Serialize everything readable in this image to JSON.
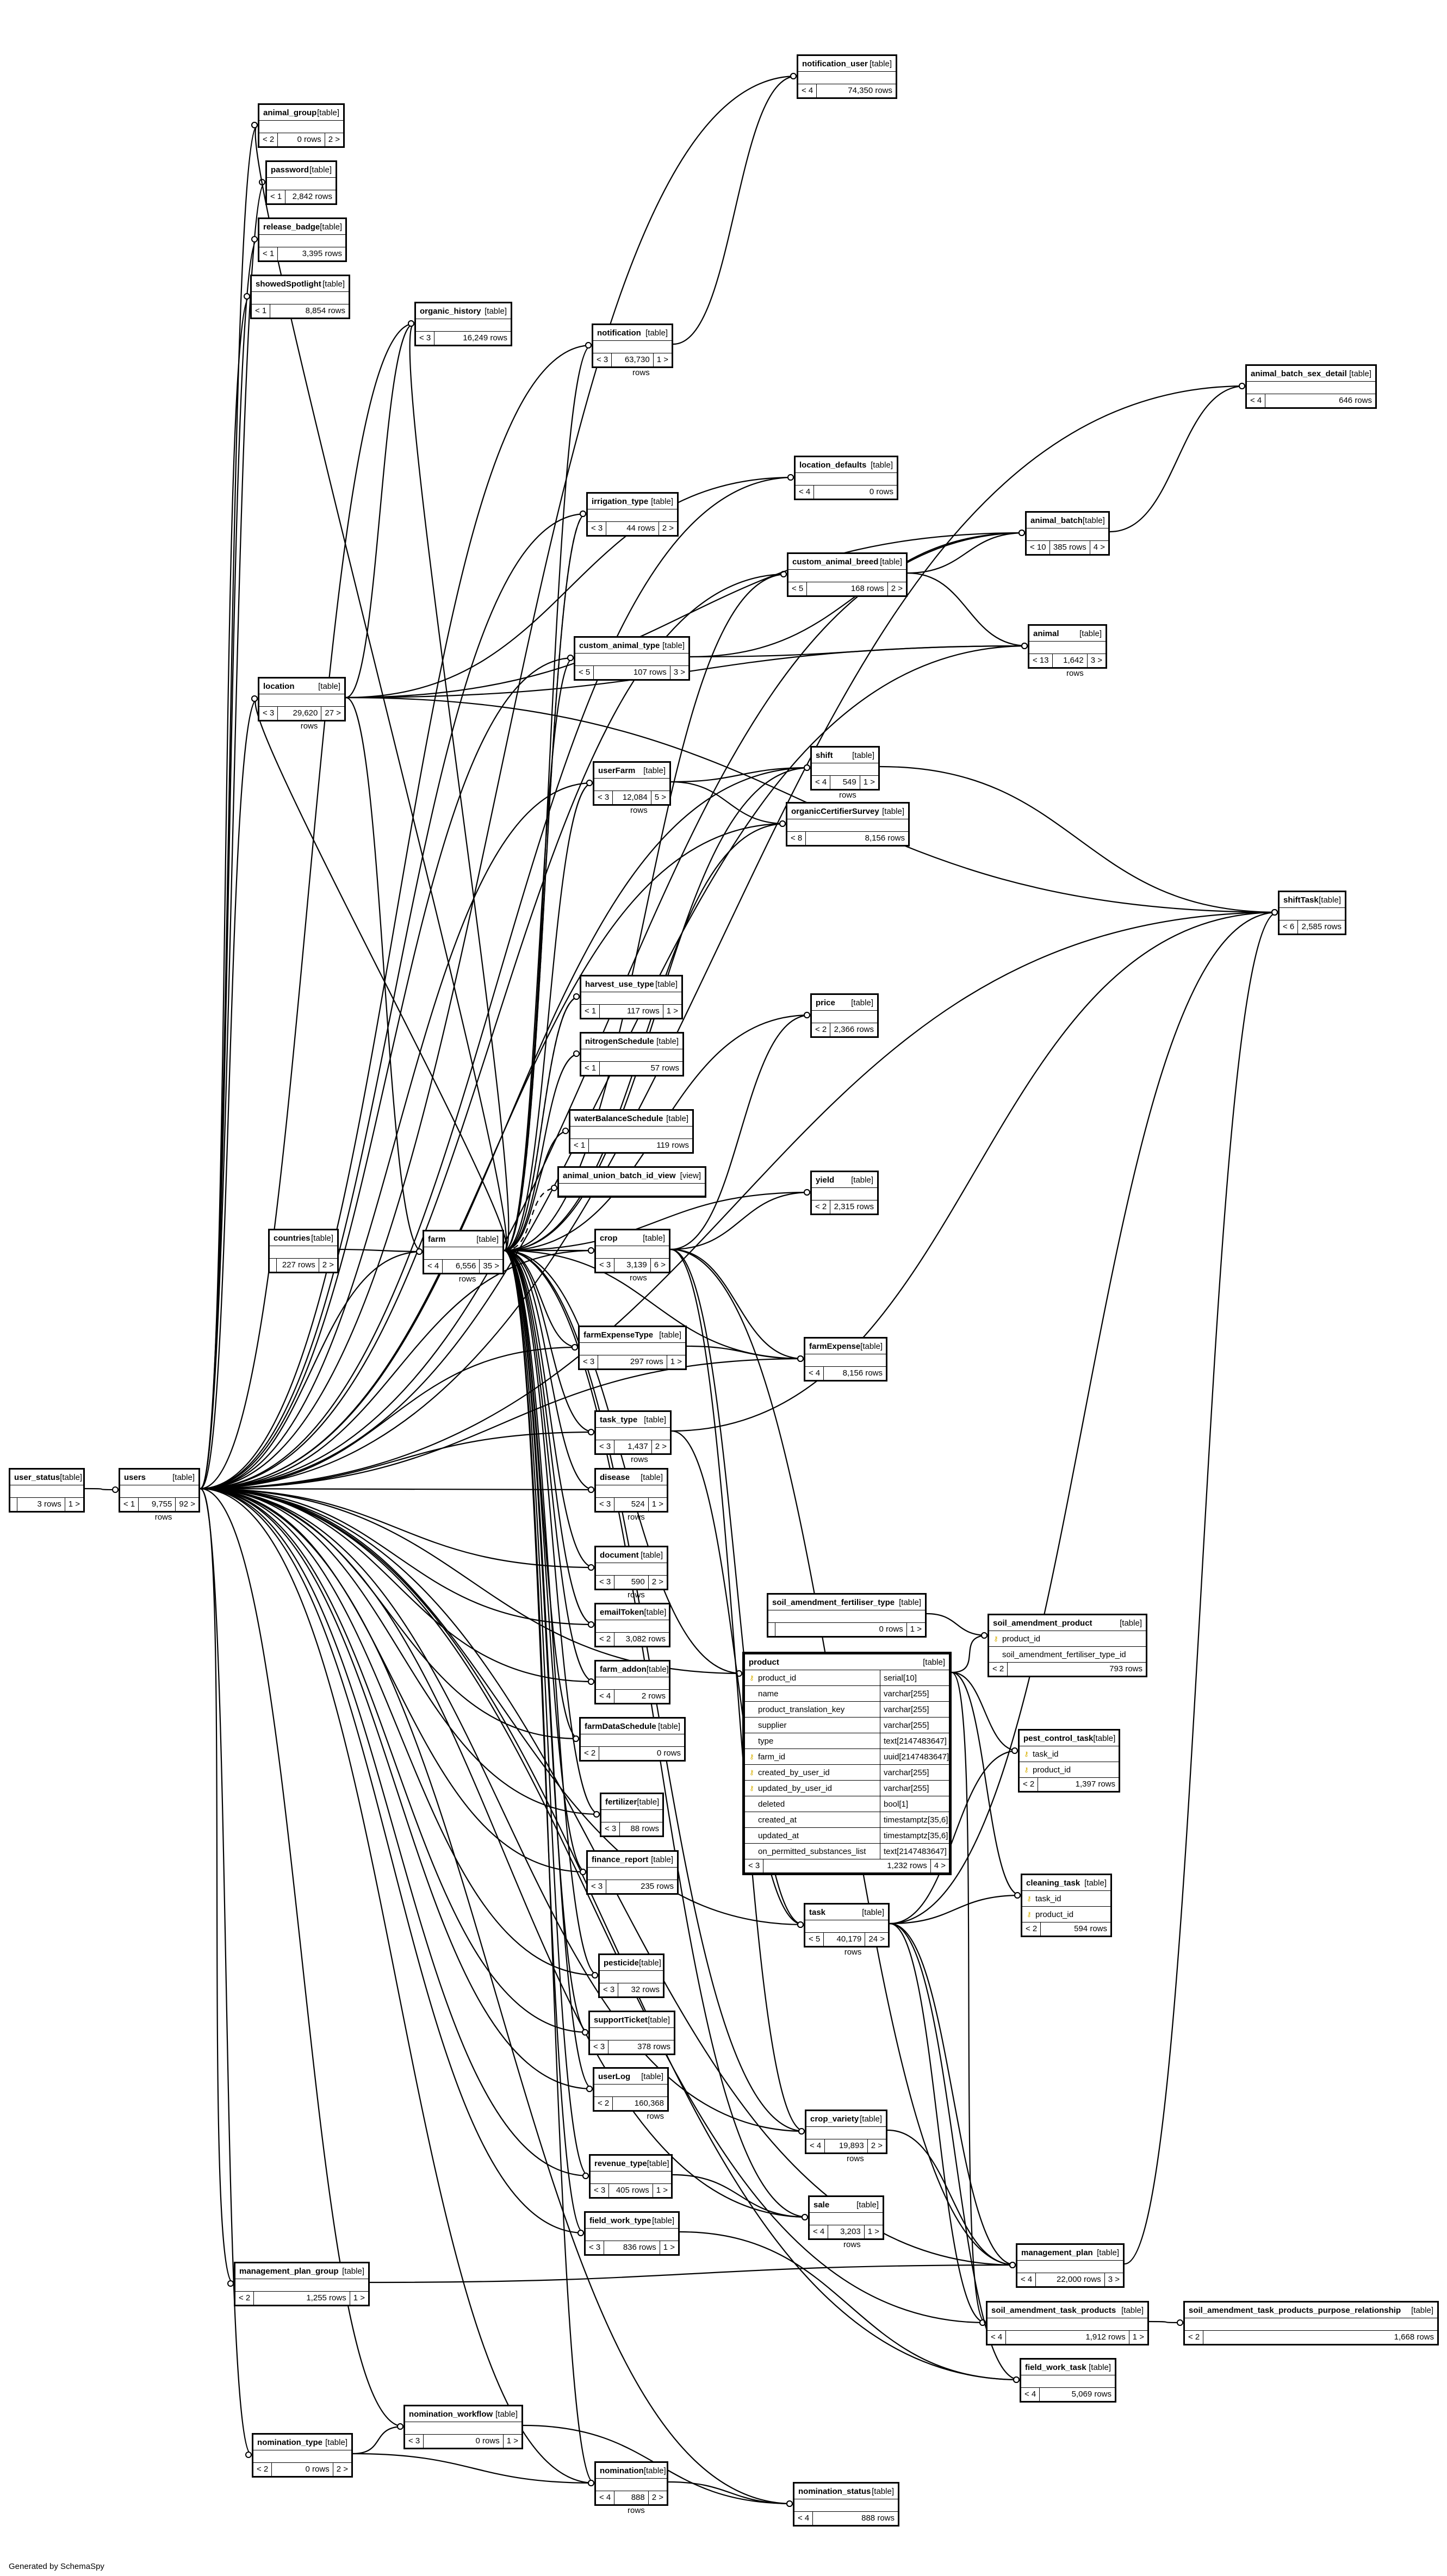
{
  "generator": "Generated by SchemaSpy",
  "tables": [
    {
      "id": "user_status",
      "name": "user_status",
      "kind": "[table]",
      "left": "",
      "rows": "3 rows",
      "right": "1 >"
    },
    {
      "id": "users",
      "name": "users",
      "kind": "[table]",
      "left": "< 1",
      "rows": "9,755 rows",
      "right": "92 >"
    },
    {
      "id": "notification_user",
      "name": "notification_user",
      "kind": "[table]",
      "left": "< 4",
      "rows": "74,350 rows",
      "right": ""
    },
    {
      "id": "animal_group",
      "name": "animal_group",
      "kind": "[table]",
      "left": "< 2",
      "rows": "0 rows",
      "right": "2 >"
    },
    {
      "id": "password",
      "name": "password",
      "kind": "[table]",
      "left": "< 1",
      "rows": "2,842 rows",
      "right": ""
    },
    {
      "id": "release_badge",
      "name": "release_badge",
      "kind": "[table]",
      "left": "< 1",
      "rows": "3,395 rows",
      "right": ""
    },
    {
      "id": "showedSpotlight",
      "name": "showedSpotlight",
      "kind": "[table]",
      "left": "< 1",
      "rows": "8,854 rows",
      "right": ""
    },
    {
      "id": "organic_history",
      "name": "organic_history",
      "kind": "[table]",
      "left": "< 3",
      "rows": "16,249 rows",
      "right": ""
    },
    {
      "id": "notification",
      "name": "notification",
      "kind": "[table]",
      "left": "< 3",
      "rows": "63,730 rows",
      "right": "1 >"
    },
    {
      "id": "animal_batch_sex_detail",
      "name": "animal_batch_sex_detail",
      "kind": "[table]",
      "left": "< 4",
      "rows": "646 rows",
      "right": ""
    },
    {
      "id": "location_defaults",
      "name": "location_defaults",
      "kind": "[table]",
      "left": "< 4",
      "rows": "0 rows",
      "right": ""
    },
    {
      "id": "irrigation_type",
      "name": "irrigation_type",
      "kind": "[table]",
      "left": "< 3",
      "rows": "44 rows",
      "right": "2 >"
    },
    {
      "id": "animal_batch",
      "name": "animal_batch",
      "kind": "[table]",
      "left": "< 10",
      "rows": "385 rows",
      "right": "4 >"
    },
    {
      "id": "custom_animal_breed",
      "name": "custom_animal_breed",
      "kind": "[table]",
      "left": "< 5",
      "rows": "168 rows",
      "right": "2 >"
    },
    {
      "id": "custom_animal_type",
      "name": "custom_animal_type",
      "kind": "[table]",
      "left": "< 5",
      "rows": "107 rows",
      "right": "3 >"
    },
    {
      "id": "animal",
      "name": "animal",
      "kind": "[table]",
      "left": "< 13",
      "rows": "1,642 rows",
      "right": "3 >"
    },
    {
      "id": "location",
      "name": "location",
      "kind": "[table]",
      "left": "< 3",
      "rows": "29,620 rows",
      "right": "27 >"
    },
    {
      "id": "userFarm",
      "name": "userFarm",
      "kind": "[table]",
      "left": "< 3",
      "rows": "12,084 rows",
      "right": "5 >"
    },
    {
      "id": "shift",
      "name": "shift",
      "kind": "[table]",
      "left": "< 4",
      "rows": "549 rows",
      "right": "1 >"
    },
    {
      "id": "organicCertifierSurvey",
      "name": "organicCertifierSurvey",
      "kind": "[table]",
      "left": "< 8",
      "rows": "8,156 rows",
      "right": ""
    },
    {
      "id": "shiftTask",
      "name": "shiftTask",
      "kind": "[table]",
      "left": "< 6",
      "rows": "2,585 rows",
      "right": ""
    },
    {
      "id": "harvest_use_type",
      "name": "harvest_use_type",
      "kind": "[table]",
      "left": "< 1",
      "rows": "117 rows",
      "right": "1 >"
    },
    {
      "id": "price",
      "name": "price",
      "kind": "[table]",
      "left": "< 2",
      "rows": "2,366 rows",
      "right": ""
    },
    {
      "id": "nitrogenSchedule",
      "name": "nitrogenSchedule",
      "kind": "[table]",
      "left": "< 1",
      "rows": "57 rows",
      "right": ""
    },
    {
      "id": "waterBalanceSchedule",
      "name": "waterBalanceSchedule",
      "kind": "[table]",
      "left": "< 1",
      "rows": "119 rows",
      "right": ""
    },
    {
      "id": "animal_union_batch_id_view",
      "name": "animal_union_batch_id_view",
      "kind": "[view]",
      "left": "",
      "rows": "",
      "right": ""
    },
    {
      "id": "yield",
      "name": "yield",
      "kind": "[table]",
      "left": "< 2",
      "rows": "2,315 rows",
      "right": ""
    },
    {
      "id": "countries",
      "name": "countries",
      "kind": "[table]",
      "left": "",
      "rows": "227 rows",
      "right": "2 >"
    },
    {
      "id": "farm",
      "name": "farm",
      "kind": "[table]",
      "left": "< 4",
      "rows": "6,556 rows",
      "right": "35 >"
    },
    {
      "id": "crop",
      "name": "crop",
      "kind": "[table]",
      "left": "< 3",
      "rows": "3,139 rows",
      "right": "6 >"
    },
    {
      "id": "farmExpenseType",
      "name": "farmExpenseType",
      "kind": "[table]",
      "left": "< 3",
      "rows": "297 rows",
      "right": "1 >"
    },
    {
      "id": "farmExpense",
      "name": "farmExpense",
      "kind": "[table]",
      "left": "< 4",
      "rows": "8,156 rows",
      "right": ""
    },
    {
      "id": "task_type",
      "name": "task_type",
      "kind": "[table]",
      "left": "< 3",
      "rows": "1,437 rows",
      "right": "2 >"
    },
    {
      "id": "disease",
      "name": "disease",
      "kind": "[table]",
      "left": "< 3",
      "rows": "524 rows",
      "right": "1 >"
    },
    {
      "id": "document",
      "name": "document",
      "kind": "[table]",
      "left": "< 3",
      "rows": "590 rows",
      "right": "2 >"
    },
    {
      "id": "soil_amendment_fertiliser_type",
      "name": "soil_amendment_fertiliser_type",
      "kind": "[table]",
      "left": "",
      "rows": "0 rows",
      "right": "1 >"
    },
    {
      "id": "emailToken",
      "name": "emailToken",
      "kind": "[table]",
      "left": "< 2",
      "rows": "3,082 rows",
      "right": ""
    },
    {
      "id": "farm_addon",
      "name": "farm_addon",
      "kind": "[table]",
      "left": "< 4",
      "rows": "2 rows",
      "right": ""
    },
    {
      "id": "farmDataSchedule",
      "name": "farmDataSchedule",
      "kind": "[table]",
      "left": "< 2",
      "rows": "0 rows",
      "right": ""
    },
    {
      "id": "fertilizer",
      "name": "fertilizer",
      "kind": "[table]",
      "left": "< 3",
      "rows": "88 rows",
      "right": ""
    },
    {
      "id": "finance_report",
      "name": "finance_report",
      "kind": "[table]",
      "left": "< 3",
      "rows": "235 rows",
      "right": ""
    },
    {
      "id": "task",
      "name": "task",
      "kind": "[table]",
      "left": "< 5",
      "rows": "40,179 rows",
      "right": "24 >"
    },
    {
      "id": "pesticide",
      "name": "pesticide",
      "kind": "[table]",
      "left": "< 3",
      "rows": "32 rows",
      "right": ""
    },
    {
      "id": "supportTicket",
      "name": "supportTicket",
      "kind": "[table]",
      "left": "< 3",
      "rows": "378 rows",
      "right": ""
    },
    {
      "id": "userLog",
      "name": "userLog",
      "kind": "[table]",
      "left": "< 2",
      "rows": "160,368 rows",
      "right": ""
    },
    {
      "id": "crop_variety",
      "name": "crop_variety",
      "kind": "[table]",
      "left": "< 4",
      "rows": "19,893 rows",
      "right": "2 >"
    },
    {
      "id": "revenue_type",
      "name": "revenue_type",
      "kind": "[table]",
      "left": "< 3",
      "rows": "405 rows",
      "right": "1 >"
    },
    {
      "id": "sale",
      "name": "sale",
      "kind": "[table]",
      "left": "< 4",
      "rows": "3,203 rows",
      "right": "1 >"
    },
    {
      "id": "field_work_type",
      "name": "field_work_type",
      "kind": "[table]",
      "left": "< 3",
      "rows": "836 rows",
      "right": "1 >"
    },
    {
      "id": "management_plan_group",
      "name": "management_plan_group",
      "kind": "[table]",
      "left": "< 2",
      "rows": "1,255 rows",
      "right": "1 >"
    },
    {
      "id": "management_plan",
      "name": "management_plan",
      "kind": "[table]",
      "left": "< 4",
      "rows": "22,000 rows",
      "right": "3 >"
    },
    {
      "id": "soil_amendment_task_products",
      "name": "soil_amendment_task_products",
      "kind": "[table]",
      "left": "< 4",
      "rows": "1,912 rows",
      "right": "1 >"
    },
    {
      "id": "soil_amendment_task_products_purpose_relationship",
      "name": "soil_amendment_task_products_purpose_relationship",
      "kind": "[table]",
      "left": "< 2",
      "rows": "1,668 rows",
      "right": ""
    },
    {
      "id": "field_work_task",
      "name": "field_work_task",
      "kind": "[table]",
      "left": "< 4",
      "rows": "5,069 rows",
      "right": ""
    },
    {
      "id": "nomination_workflow",
      "name": "nomination_workflow",
      "kind": "[table]",
      "left": "< 3",
      "rows": "0 rows",
      "right": "1 >"
    },
    {
      "id": "nomination_type",
      "name": "nomination_type",
      "kind": "[table]",
      "left": "< 2",
      "rows": "0 rows",
      "right": "2 >"
    },
    {
      "id": "nomination",
      "name": "nomination",
      "kind": "[table]",
      "left": "< 4",
      "rows": "888 rows",
      "right": "2 >"
    },
    {
      "id": "nomination_status",
      "name": "nomination_status",
      "kind": "[table]",
      "left": "< 4",
      "rows": "888 rows",
      "right": ""
    }
  ],
  "detail_tables": [
    {
      "id": "soil_amendment_product",
      "name": "soil_amendment_product",
      "kind": "[table]",
      "columns": [
        {
          "name": "product_id",
          "type": "",
          "key": true
        },
        {
          "name": "soil_amendment_fertiliser_type_id",
          "type": "",
          "key": false
        }
      ],
      "left": "< 2",
      "rows": "793 rows",
      "right": ""
    },
    {
      "id": "pest_control_task",
      "name": "pest_control_task",
      "kind": "[table]",
      "columns": [
        {
          "name": "task_id",
          "type": "",
          "key": true
        },
        {
          "name": "product_id",
          "type": "",
          "key": true
        }
      ],
      "left": "< 2",
      "rows": "1,397 rows",
      "right": ""
    },
    {
      "id": "cleaning_task",
      "name": "cleaning_task",
      "kind": "[table]",
      "columns": [
        {
          "name": "task_id",
          "type": "",
          "key": true
        },
        {
          "name": "product_id",
          "type": "",
          "key": true
        }
      ],
      "left": "< 2",
      "rows": "594 rows",
      "right": ""
    },
    {
      "id": "product",
      "name": "product",
      "kind": "[table]",
      "columns": [
        {
          "name": "product_id",
          "type": "serial[10]",
          "key": true
        },
        {
          "name": "name",
          "type": "varchar[255]",
          "key": false
        },
        {
          "name": "product_translation_key",
          "type": "varchar[255]",
          "key": false
        },
        {
          "name": "supplier",
          "type": "varchar[255]",
          "key": false
        },
        {
          "name": "type",
          "type": "text[2147483647]",
          "key": false
        },
        {
          "name": "farm_id",
          "type": "uuid[2147483647]",
          "key": true
        },
        {
          "name": "created_by_user_id",
          "type": "varchar[255]",
          "key": true
        },
        {
          "name": "updated_by_user_id",
          "type": "varchar[255]",
          "key": true
        },
        {
          "name": "deleted",
          "type": "bool[1]",
          "key": false
        },
        {
          "name": "created_at",
          "type": "timestamptz[35,6]",
          "key": false
        },
        {
          "name": "updated_at",
          "type": "timestamptz[35,6]",
          "key": false
        },
        {
          "name": "on_permitted_substances_list",
          "type": "text[2147483647]",
          "key": false
        }
      ],
      "left": "< 3",
      "rows": "1,232 rows",
      "right": "4 >"
    }
  ]
}
